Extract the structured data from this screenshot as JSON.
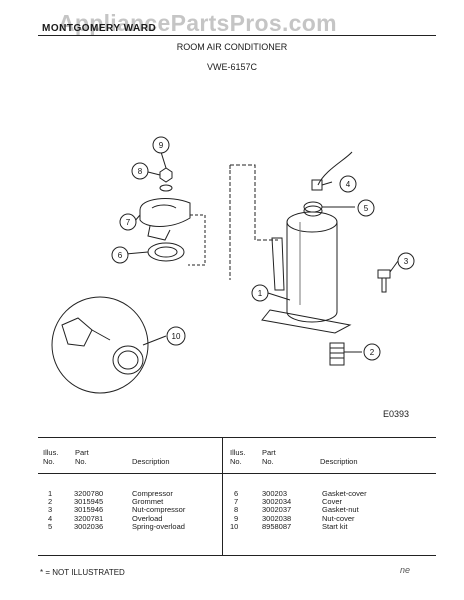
{
  "watermark": "AppliancePartsPros.com",
  "header": {
    "brand": "MONTGOMERY WARD",
    "title": "ROOM AIR CONDITIONER",
    "model": "VWE-6157C"
  },
  "diagram": {
    "code": "E0393",
    "callouts": [
      "1",
      "2",
      "3",
      "4",
      "5",
      "6",
      "7",
      "8",
      "9",
      "10"
    ]
  },
  "parts_table": {
    "headers": {
      "illus_line1": "Illus.",
      "illus_line2": "No.",
      "part_line1": "Part",
      "part_line2": "No.",
      "description": "Description"
    },
    "left": [
      {
        "illus": "1",
        "part": "3200780",
        "description": "Compressor"
      },
      {
        "illus": "2",
        "part": "3015945",
        "description": "Grommet"
      },
      {
        "illus": "3",
        "part": "3015946",
        "description": "Nut-compressor"
      },
      {
        "illus": "4",
        "part": "3200781",
        "description": "Overload"
      },
      {
        "illus": "5",
        "part": "3002036",
        "description": "Spring-overload"
      }
    ],
    "right": [
      {
        "illus": "6",
        "part": "300203",
        "description": "Gasket-cover"
      },
      {
        "illus": "7",
        "part": "3002034",
        "description": "Cover"
      },
      {
        "illus": "8",
        "part": "3002037",
        "description": "Gasket-nut"
      },
      {
        "illus": "9",
        "part": "3002038",
        "description": "Nut-cover"
      },
      {
        "illus": "10",
        "part": "8958087",
        "description": "Start kit"
      }
    ]
  },
  "footnote": "* = NOT ILLUSTRATED",
  "scribble": "ne"
}
